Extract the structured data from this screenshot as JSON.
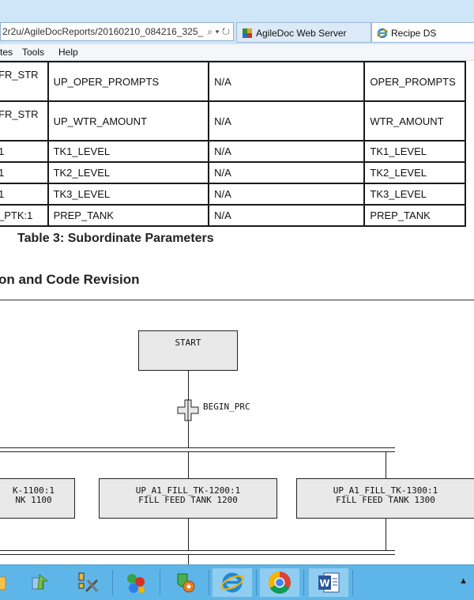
{
  "browser": {
    "address": "2r2u/AgileDocReports/20160210_084216_325_",
    "tabs": [
      {
        "label": "AgileDoc Web Server",
        "icon": "agiledoc-icon"
      },
      {
        "label": "Recipe DS",
        "icon": "ie-icon"
      }
    ],
    "menu": [
      "tes",
      "Tools",
      "Help"
    ]
  },
  "table": {
    "rows": [
      [
        "FR_STR",
        "UP_OPER_PROMPTS",
        "N/A",
        "OPER_PROMPTS"
      ],
      [
        "FR_STR",
        "UP_WTR_AMOUNT",
        "N/A",
        "WTR_AMOUNT"
      ],
      [
        "1",
        "TK1_LEVEL",
        "N/A",
        "TK1_LEVEL"
      ],
      [
        "1",
        "TK2_LEVEL",
        "N/A",
        "TK2_LEVEL"
      ],
      [
        "1",
        "TK3_LEVEL",
        "N/A",
        "TK3_LEVEL"
      ],
      [
        "_PTK:1",
        "PREP_TANK",
        "N/A",
        "PREP_TANK"
      ]
    ],
    "caption": "Table 3: Subordinate Parameters"
  },
  "section_title": "on and Code Revision",
  "diagram": {
    "start_label": "START",
    "transition_label": "BEGIN_PRC",
    "steps": [
      {
        "line1": "K-1100:1",
        "line2": "NK 1100"
      },
      {
        "line1": "UP_A1_FILL_TK-1200:1",
        "line2": "FILL FEED TANK 1200"
      },
      {
        "line1": "UP_A1_FILL_TK-1300:1",
        "line2": "FILL FEED TANK 1300"
      }
    ]
  },
  "taskbar": {
    "items": [
      "file-explorer-icon",
      "install-icon",
      "tools-icon",
      "network-icon",
      "shield-gear-icon",
      "ie-icon",
      "chrome-icon",
      "word-icon"
    ],
    "tray": "▲"
  }
}
